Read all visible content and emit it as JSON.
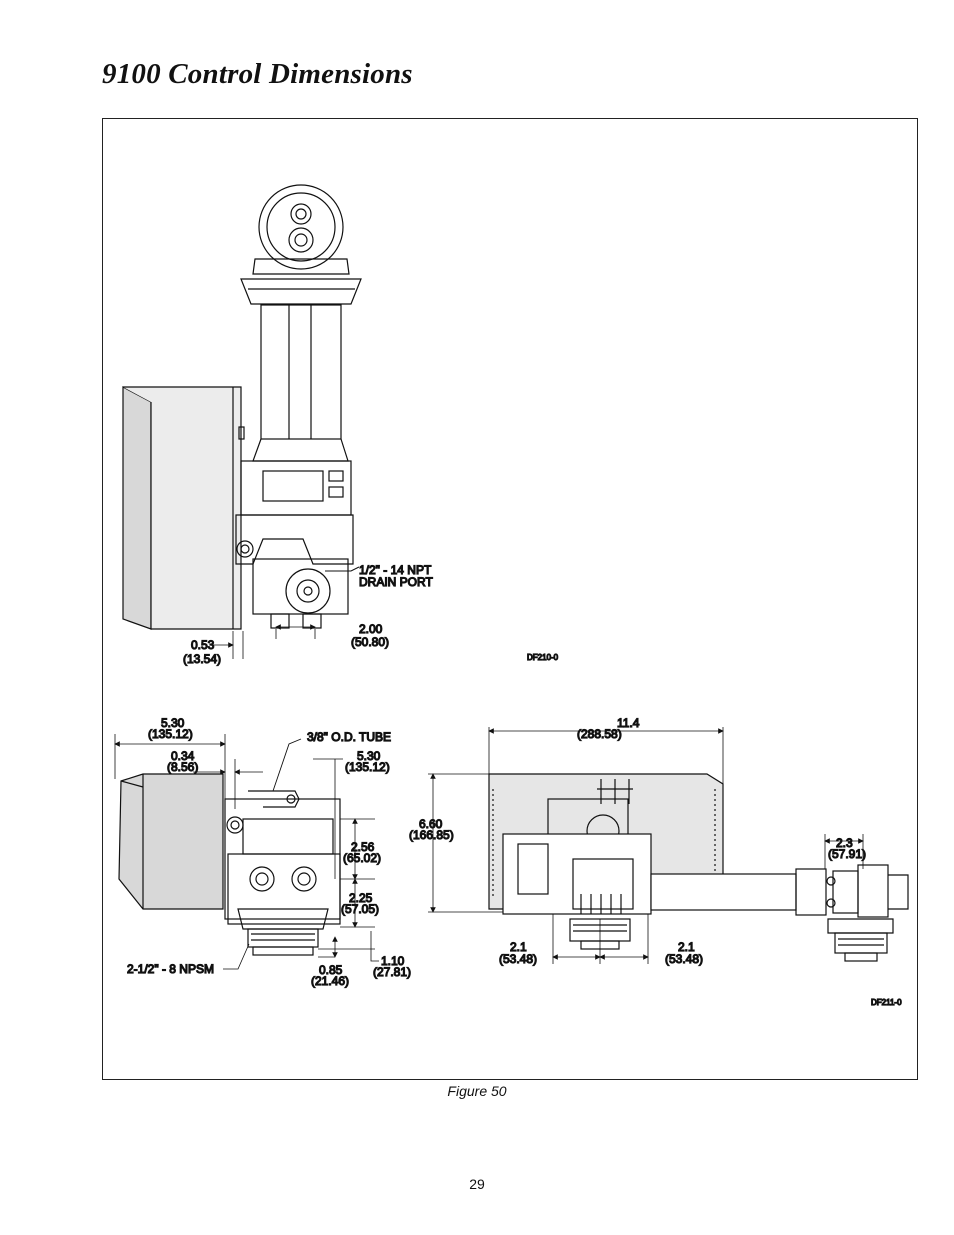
{
  "page": {
    "title": "9100 Control Dimensions",
    "caption": "Figure 50",
    "page_number": "29"
  },
  "side_view": {
    "drain_port_label_1": "1/2\" - 14 NPT",
    "drain_port_label_2": "DRAIN PORT",
    "dim_a_in": "0.53",
    "dim_a_mm": "(13.54)",
    "dim_b_in": "2.00",
    "dim_b_mm": "(50.80)",
    "drawing_id": "DF210-0"
  },
  "front_view": {
    "width_in": "5.30",
    "width_mm": "(135.12)",
    "offset_in": "0.34",
    "offset_mm": "(8.56)",
    "tube_label": "3/8\" O.D. TUBE",
    "right_in": "5.30",
    "right_mm": "(135.12)",
    "h1_in": "2.56",
    "h1_mm": "(65.02)",
    "h2_in": "2.25",
    "h2_mm": "(57.05)",
    "thread_label": "2-1/2\" - 8 NPSM",
    "base_in": "0.85",
    "base_mm": "(21.46)",
    "bottom_in": "1.10",
    "bottom_mm": "(27.81)"
  },
  "top_view": {
    "overall_in": "11.4",
    "overall_mm": "(288.58)",
    "height_in": "6.60",
    "height_mm": "(166.85)",
    "bypass_in": "2.3",
    "bypass_mm": "(57.91)",
    "left_in": "2.1",
    "left_mm": "(53.48)",
    "right_in": "2.1",
    "right_mm": "(53.48)",
    "drawing_id": "DF211-0"
  },
  "colors": {
    "ink": "#111111",
    "panel_fill": "#e6e6e6",
    "cover_fill": "#d8d8d8"
  }
}
